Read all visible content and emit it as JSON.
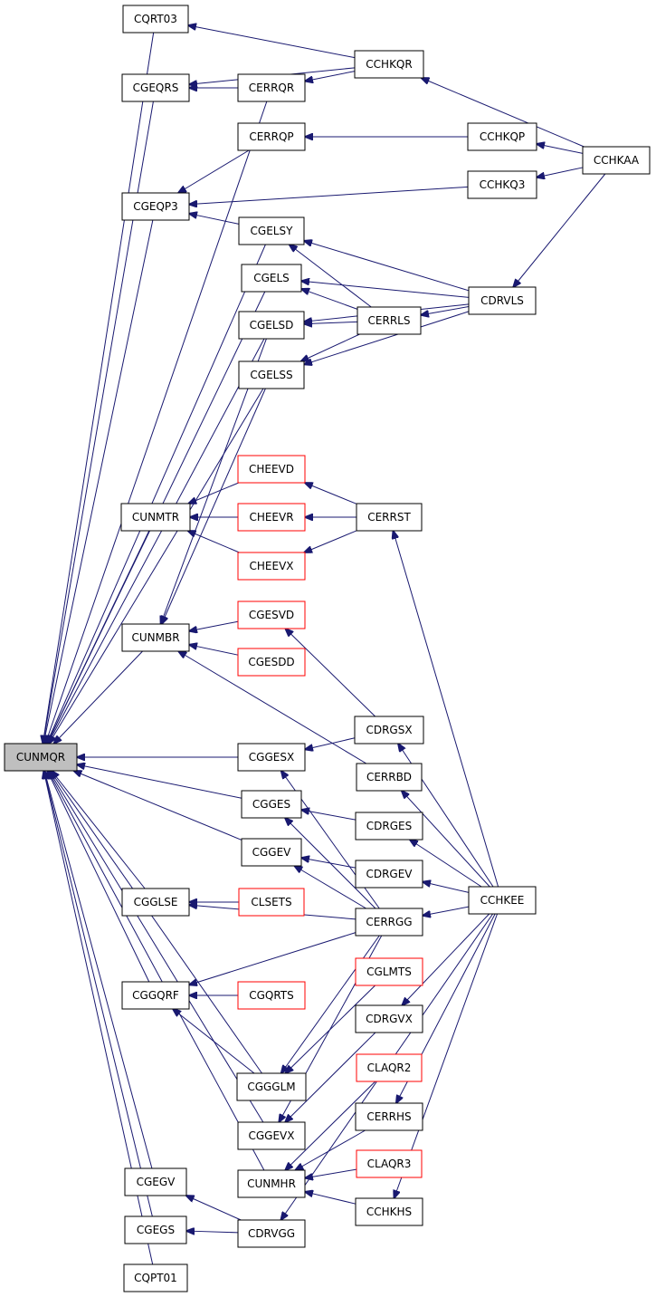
{
  "colors": {
    "edge": "#191970",
    "documented_border": "#000000",
    "undocumented_border": "#ff0000",
    "focus_fill": "#bfbfbf"
  },
  "nodes": [
    {
      "id": "CQRT03",
      "label": "CQRT03"
    },
    {
      "id": "CGEQRS",
      "label": "CGEQRS"
    },
    {
      "id": "CERRQR",
      "label": "CERRQR"
    },
    {
      "id": "CCHKQR",
      "label": "CCHKQR"
    },
    {
      "id": "CERRQP",
      "label": "CERRQP"
    },
    {
      "id": "CCHKQP",
      "label": "CCHKQP"
    },
    {
      "id": "CCHKAA",
      "label": "CCHKAA"
    },
    {
      "id": "CGEQP3",
      "label": "CGEQP3"
    },
    {
      "id": "CCHKQ3",
      "label": "CCHKQ3"
    },
    {
      "id": "CGELSY",
      "label": "CGELSY"
    },
    {
      "id": "CGELS",
      "label": "CGELS"
    },
    {
      "id": "CDRVLS",
      "label": "CDRVLS"
    },
    {
      "id": "CGELSD",
      "label": "CGELSD"
    },
    {
      "id": "CERRLS",
      "label": "CERRLS"
    },
    {
      "id": "CGELSS",
      "label": "CGELSS"
    },
    {
      "id": "CHEEVD",
      "label": "CHEEVD",
      "undocumented": true
    },
    {
      "id": "CUNMTR",
      "label": "CUNMTR"
    },
    {
      "id": "CHEEVR",
      "label": "CHEEVR",
      "undocumented": true
    },
    {
      "id": "CERRST",
      "label": "CERRST"
    },
    {
      "id": "CHEEVX",
      "label": "CHEEVX",
      "undocumented": true
    },
    {
      "id": "CGESVD",
      "label": "CGESVD",
      "undocumented": true
    },
    {
      "id": "CUNMBR",
      "label": "CUNMBR"
    },
    {
      "id": "CGESDD",
      "label": "CGESDD",
      "undocumented": true
    },
    {
      "id": "CDRGSX",
      "label": "CDRGSX"
    },
    {
      "id": "CUNMQR",
      "label": "CUNMQR",
      "focus": true
    },
    {
      "id": "CGGESX",
      "label": "CGGESX"
    },
    {
      "id": "CERRBD",
      "label": "CERRBD"
    },
    {
      "id": "CGGES",
      "label": "CGGES"
    },
    {
      "id": "CDRGES",
      "label": "CDRGES"
    },
    {
      "id": "CGGEV",
      "label": "CGGEV"
    },
    {
      "id": "CDRGEV",
      "label": "CDRGEV"
    },
    {
      "id": "CGGLSE",
      "label": "CGGLSE"
    },
    {
      "id": "CLSETS",
      "label": "CLSETS",
      "undocumented": true
    },
    {
      "id": "CCHKEE",
      "label": "CCHKEE"
    },
    {
      "id": "CERRGG",
      "label": "CERRGG"
    },
    {
      "id": "CGLMTS",
      "label": "CGLMTS",
      "undocumented": true
    },
    {
      "id": "CGGQRF",
      "label": "CGGQRF"
    },
    {
      "id": "CGQRTS",
      "label": "CGQRTS",
      "undocumented": true
    },
    {
      "id": "CDRGVX",
      "label": "CDRGVX"
    },
    {
      "id": "CLAQR2",
      "label": "CLAQR2",
      "undocumented": true
    },
    {
      "id": "CGGGLM",
      "label": "CGGGLM"
    },
    {
      "id": "CERRHS",
      "label": "CERRHS"
    },
    {
      "id": "CGGEVX",
      "label": "CGGEVX"
    },
    {
      "id": "CLAQR3",
      "label": "CLAQR3",
      "undocumented": true
    },
    {
      "id": "CGEGV",
      "label": "CGEGV"
    },
    {
      "id": "CUNMHR",
      "label": "CUNMHR"
    },
    {
      "id": "CCHKHS",
      "label": "CCHKHS"
    },
    {
      "id": "CGEGS",
      "label": "CGEGS"
    },
    {
      "id": "CDRVGG",
      "label": "CDRVGG"
    },
    {
      "id": "CQPT01",
      "label": "CQPT01"
    }
  ],
  "edges": [
    {
      "from": "CQRT03",
      "to": "CUNMQR"
    },
    {
      "from": "CGEQRS",
      "to": "CUNMQR"
    },
    {
      "from": "CERRQR",
      "to": "CUNMQR"
    },
    {
      "from": "CGEQP3",
      "to": "CUNMQR"
    },
    {
      "from": "CGELSY",
      "to": "CUNMQR"
    },
    {
      "from": "CGELS",
      "to": "CUNMQR"
    },
    {
      "from": "CGELSD",
      "to": "CUNMQR"
    },
    {
      "from": "CGELSS",
      "to": "CUNMQR"
    },
    {
      "from": "CUNMTR",
      "to": "CUNMQR"
    },
    {
      "from": "CUNMBR",
      "to": "CUNMQR"
    },
    {
      "from": "CGGESX",
      "to": "CUNMQR"
    },
    {
      "from": "CGGES",
      "to": "CUNMQR"
    },
    {
      "from": "CGGEV",
      "to": "CUNMQR"
    },
    {
      "from": "CGGLSE",
      "to": "CUNMQR"
    },
    {
      "from": "CGGQRF",
      "to": "CUNMQR"
    },
    {
      "from": "CGGGLM",
      "to": "CUNMQR"
    },
    {
      "from": "CGGEVX",
      "to": "CUNMQR"
    },
    {
      "from": "CUNMHR",
      "to": "CUNMQR"
    },
    {
      "from": "CGEGV",
      "to": "CUNMQR"
    },
    {
      "from": "CGEGS",
      "to": "CUNMQR"
    },
    {
      "from": "CQPT01",
      "to": "CUNMQR"
    },
    {
      "from": "CCHKQR",
      "to": "CQRT03"
    },
    {
      "from": "CCHKQR",
      "to": "CGEQRS"
    },
    {
      "from": "CERRQR",
      "to": "CGEQRS"
    },
    {
      "from": "CCHKQR",
      "to": "CERRQR"
    },
    {
      "from": "CCHKAA",
      "to": "CCHKQR"
    },
    {
      "from": "CCHKQP",
      "to": "CERRQP"
    },
    {
      "from": "CCHKAA",
      "to": "CCHKQP"
    },
    {
      "from": "CERRQP",
      "to": "CGEQP3"
    },
    {
      "from": "CCHKQ3",
      "to": "CGEQP3"
    },
    {
      "from": "CGELSY",
      "to": "CGEQP3"
    },
    {
      "from": "CCHKAA",
      "to": "CCHKQ3"
    },
    {
      "from": "CCHKAA",
      "to": "CDRVLS"
    },
    {
      "from": "CDRVLS",
      "to": "CGELSY"
    },
    {
      "from": "CERRLS",
      "to": "CGELSY"
    },
    {
      "from": "CDRVLS",
      "to": "CGELS"
    },
    {
      "from": "CERRLS",
      "to": "CGELS"
    },
    {
      "from": "CDRVLS",
      "to": "CERRLS"
    },
    {
      "from": "CERRLS",
      "to": "CGELSD"
    },
    {
      "from": "CDRVLS",
      "to": "CGELSD"
    },
    {
      "from": "CERRLS",
      "to": "CGELSS"
    },
    {
      "from": "CDRVLS",
      "to": "CGELSS"
    },
    {
      "from": "CGELSD",
      "to": "CUNMBR"
    },
    {
      "from": "CGELSS",
      "to": "CUNMBR"
    },
    {
      "from": "CHEEVD",
      "to": "CUNMTR"
    },
    {
      "from": "CHEEVR",
      "to": "CUNMTR"
    },
    {
      "from": "CHEEVX",
      "to": "CUNMTR"
    },
    {
      "from": "CERRST",
      "to": "CUNMTR"
    },
    {
      "from": "CERRST",
      "to": "CHEEVD"
    },
    {
      "from": "CERRST",
      "to": "CHEEVR"
    },
    {
      "from": "CERRST",
      "to": "CHEEVX"
    },
    {
      "from": "CCHKEE",
      "to": "CERRST"
    },
    {
      "from": "CGESVD",
      "to": "CUNMBR"
    },
    {
      "from": "CGESDD",
      "to": "CUNMBR"
    },
    {
      "from": "CERRBD",
      "to": "CUNMBR"
    },
    {
      "from": "CDRGSX",
      "to": "CGESVD"
    },
    {
      "from": "CDRGSX",
      "to": "CGGESX"
    },
    {
      "from": "CCHKEE",
      "to": "CDRGSX"
    },
    {
      "from": "CERRGG",
      "to": "CGGESX"
    },
    {
      "from": "CCHKEE",
      "to": "CERRBD"
    },
    {
      "from": "CDRGES",
      "to": "CGGES"
    },
    {
      "from": "CERRGG",
      "to": "CGGES"
    },
    {
      "from": "CCHKEE",
      "to": "CDRGES"
    },
    {
      "from": "CDRGEV",
      "to": "CGGEV"
    },
    {
      "from": "CERRGG",
      "to": "CGGEV"
    },
    {
      "from": "CCHKEE",
      "to": "CDRGEV"
    },
    {
      "from": "CLSETS",
      "to": "CGGLSE"
    },
    {
      "from": "CERRGG",
      "to": "CGGLSE"
    },
    {
      "from": "CCHKEE",
      "to": "CERRGG"
    },
    {
      "from": "CGQRTS",
      "to": "CGGQRF"
    },
    {
      "from": "CERRGG",
      "to": "CGGQRF"
    },
    {
      "from": "CGGGLM",
      "to": "CGGQRF"
    },
    {
      "from": "CGLMTS",
      "to": "CGGGLM"
    },
    {
      "from": "CERRGG",
      "to": "CGGGLM"
    },
    {
      "from": "CCHKEE",
      "to": "CDRGVX"
    },
    {
      "from": "CDRGVX",
      "to": "CGGEVX"
    },
    {
      "from": "CERRGG",
      "to": "CGGEVX"
    },
    {
      "from": "CCHKEE",
      "to": "CERRHS"
    },
    {
      "from": "CLAQR2",
      "to": "CUNMHR"
    },
    {
      "from": "CERRHS",
      "to": "CUNMHR"
    },
    {
      "from": "CLAQR3",
      "to": "CUNMHR"
    },
    {
      "from": "CCHKHS",
      "to": "CUNMHR"
    },
    {
      "from": "CCHKEE",
      "to": "CCHKHS"
    },
    {
      "from": "CDRVGG",
      "to": "CGEGV"
    },
    {
      "from": "CDRVGG",
      "to": "CGEGS"
    },
    {
      "from": "CCHKEE",
      "to": "CDRVGG"
    }
  ]
}
